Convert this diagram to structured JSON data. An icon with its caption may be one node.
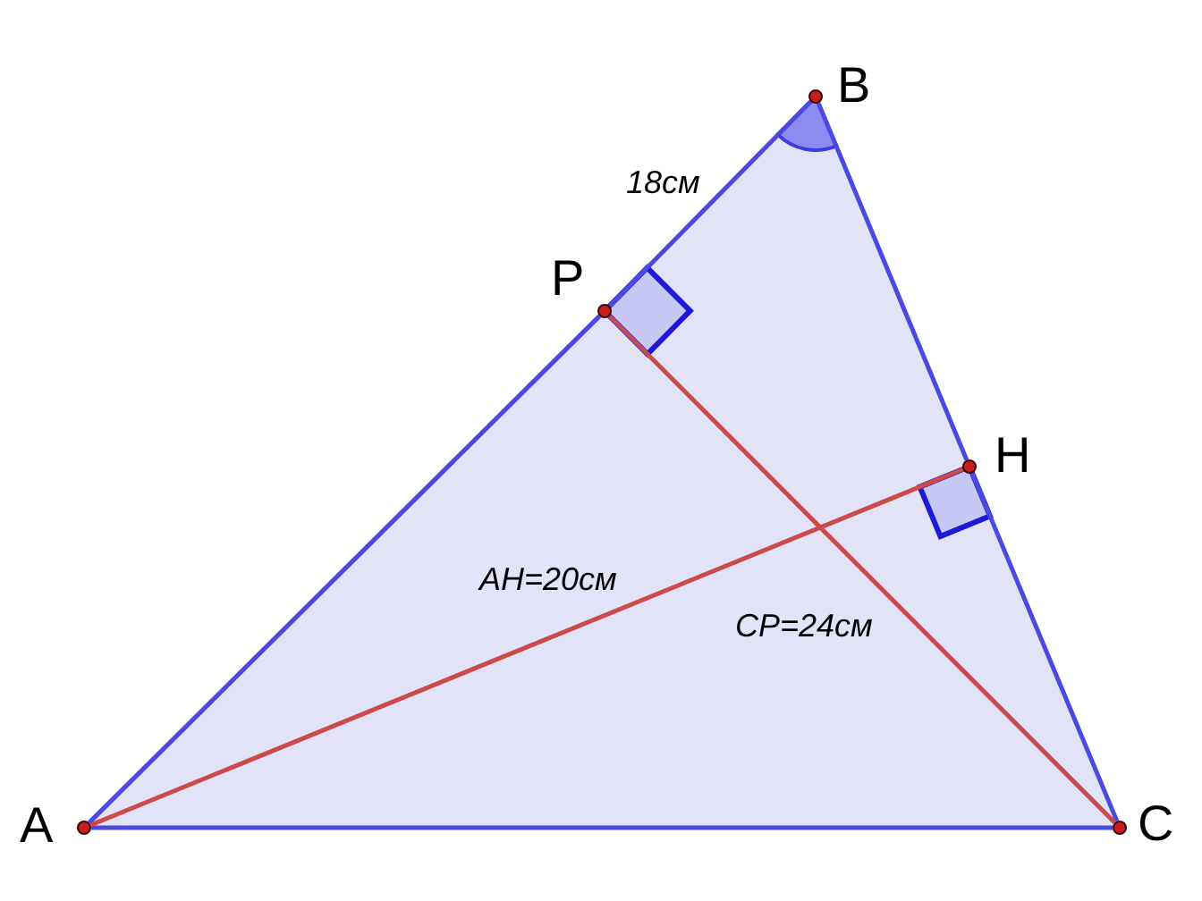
{
  "diagram": {
    "nodes": [
      {
        "text": [
          "A"
        ]
      },
      {
        "text": [
          "B"
        ]
      },
      {
        "text": [
          "C"
        ]
      },
      {
        "text": [
          "P"
        ]
      },
      {
        "text": [
          "H"
        ]
      }
    ],
    "edges": [
      {
        "from": 0,
        "to": 3,
        "arrow": "none"
      },
      {
        "from": 3,
        "to": 1,
        "arrow": "none",
        "label": "18см"
      },
      {
        "from": 1,
        "to": 4,
        "arrow": "none"
      },
      {
        "from": 4,
        "to": 2,
        "arrow": "none"
      },
      {
        "from": 2,
        "to": 0,
        "arrow": "none"
      },
      {
        "from": 0,
        "to": 4,
        "arrow": "none",
        "label": "AH=20см",
        "color": "#cc4a4a"
      },
      {
        "from": 2,
        "to": 3,
        "arrow": "none",
        "label": "CP=24см",
        "color": "#cc4a4a"
      }
    ]
  }
}
